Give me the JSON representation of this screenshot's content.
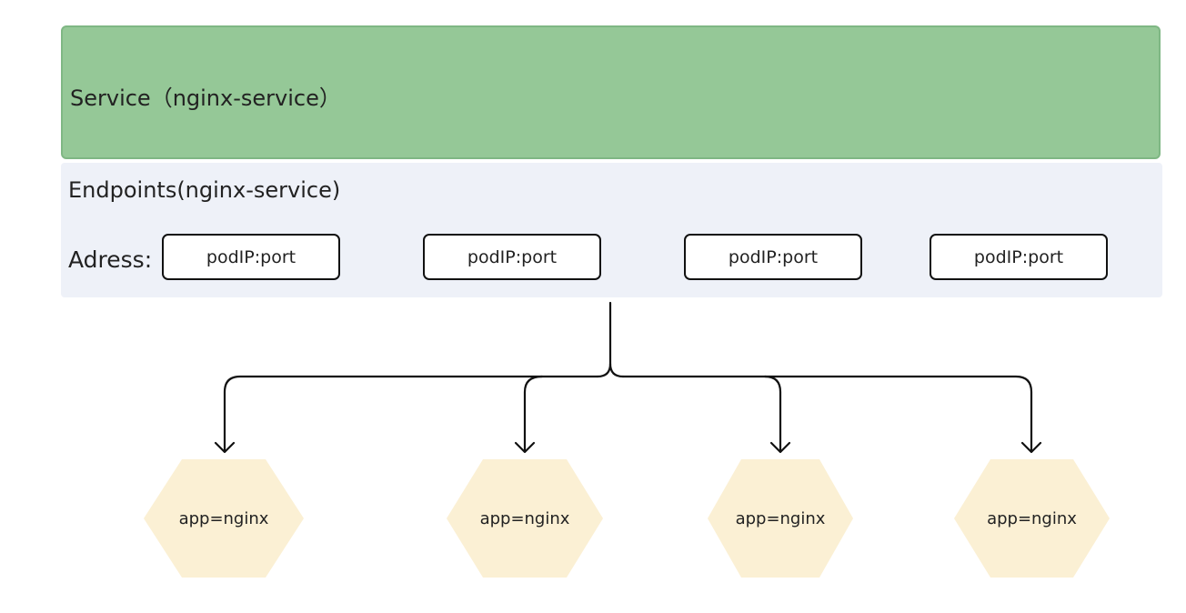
{
  "service": {
    "title": "Service（nginx-service）"
  },
  "endpoints": {
    "title": "Endpoints(nginx-service)",
    "address_label": "Adress:",
    "addresses": [
      "podIP:port",
      "podIP:port",
      "podIP:port",
      "podIP:port"
    ]
  },
  "pods": [
    {
      "label": "app=nginx"
    },
    {
      "label": "app=nginx"
    },
    {
      "label": "app=nginx"
    },
    {
      "label": "app=nginx"
    }
  ],
  "colors": {
    "service_fill": "#95c897",
    "endpoints_fill": "#eef1f8",
    "pod_fill": "#fbf0d4",
    "line": "#111111"
  }
}
